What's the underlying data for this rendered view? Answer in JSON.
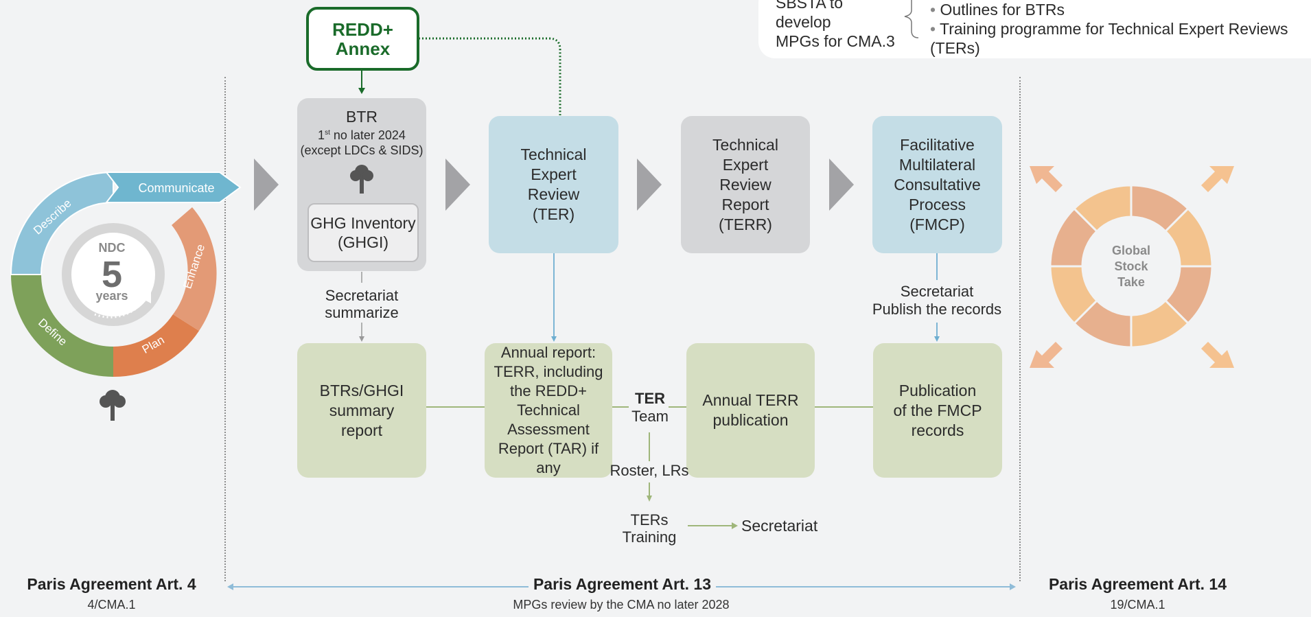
{
  "top_note": {
    "left_lines": [
      "SBSTA to develop",
      "MPGs for CMA.3"
    ],
    "bullets": [
      "Outlines for BTRs",
      "Training programme for Technical Expert Reviews (TERs)"
    ]
  },
  "ndc_cycle": {
    "center_label": "NDC",
    "center_number": "5",
    "center_unit": "years",
    "segments": [
      "Describe",
      "Communicate",
      "Enhance",
      "Plan",
      "Define"
    ]
  },
  "redd_annex": {
    "line1": "REDD+",
    "line2": "Annex"
  },
  "btr_box": {
    "title": "BTR",
    "line2_num": "1",
    "line2_sup": "st",
    "line2_rest": " no later 2024",
    "line3": "(except LDCs & SIDS)",
    "inner_line1": "GHG Inventory",
    "inner_line2": "(GHGI)"
  },
  "ter_box": {
    "lines": [
      "Technical",
      "Expert",
      "Review",
      "(TER)"
    ]
  },
  "terr_box": {
    "lines": [
      "Technical",
      "Expert",
      "Review",
      "Report",
      "(TERR)"
    ]
  },
  "fmcp_box": {
    "lines": [
      "Facilitative",
      "Multilateral",
      "Consultative",
      "Process",
      "(FMCP)"
    ]
  },
  "secretariat_summarize": [
    "Secretariat",
    "summarize"
  ],
  "secretariat_publish": [
    "Secretariat",
    "Publish the records"
  ],
  "btrs_summary_box": {
    "lines": [
      "BTRs/GHGI",
      "summary",
      "report"
    ]
  },
  "annual_report_box": {
    "lines": [
      "Annual report:",
      "TERR, including",
      "the REDD+",
      "Technical",
      "Assessment",
      "Report (TAR) if any"
    ]
  },
  "ter_team": {
    "bold": "TER",
    "rest": "Team"
  },
  "roster": "Roster, LRs",
  "ters_training": [
    "TERs",
    "Training"
  ],
  "training_secretariat": "Secretariat",
  "annual_terr_box": {
    "lines": [
      "Annual TERR",
      "publication"
    ]
  },
  "publication_fmcp_box": {
    "lines": [
      "Publication",
      "of the FMCP",
      "records"
    ]
  },
  "global_stocktake": {
    "lines": [
      "Global",
      "Stock",
      "Take"
    ]
  },
  "bottom": {
    "art4_title": "Paris Agreement Art. 4",
    "art4_sub": "4/CMA.1",
    "art13_title": "Paris Agreement Art. 13",
    "art13_sub": "MPGs review by the CMA no later 2028",
    "art14_title": "Paris Agreement Art. 14",
    "art14_sub": "19/CMA.1"
  },
  "colors": {
    "gray_box": "#d5d6d8",
    "blue_box": "#c4dde6",
    "green_box": "#d6dec2",
    "redd_green": "#1a6b2a",
    "arrow_gray": "#a3a3a6",
    "describe": "#8ec3d9",
    "communicate": "#6fb6cf",
    "enhance": "#e39a76",
    "plan": "#de7f4d",
    "define": "#7ea15a",
    "puzzle_light": "#f2c08c",
    "puzzle_dark": "#e4ac8a"
  }
}
